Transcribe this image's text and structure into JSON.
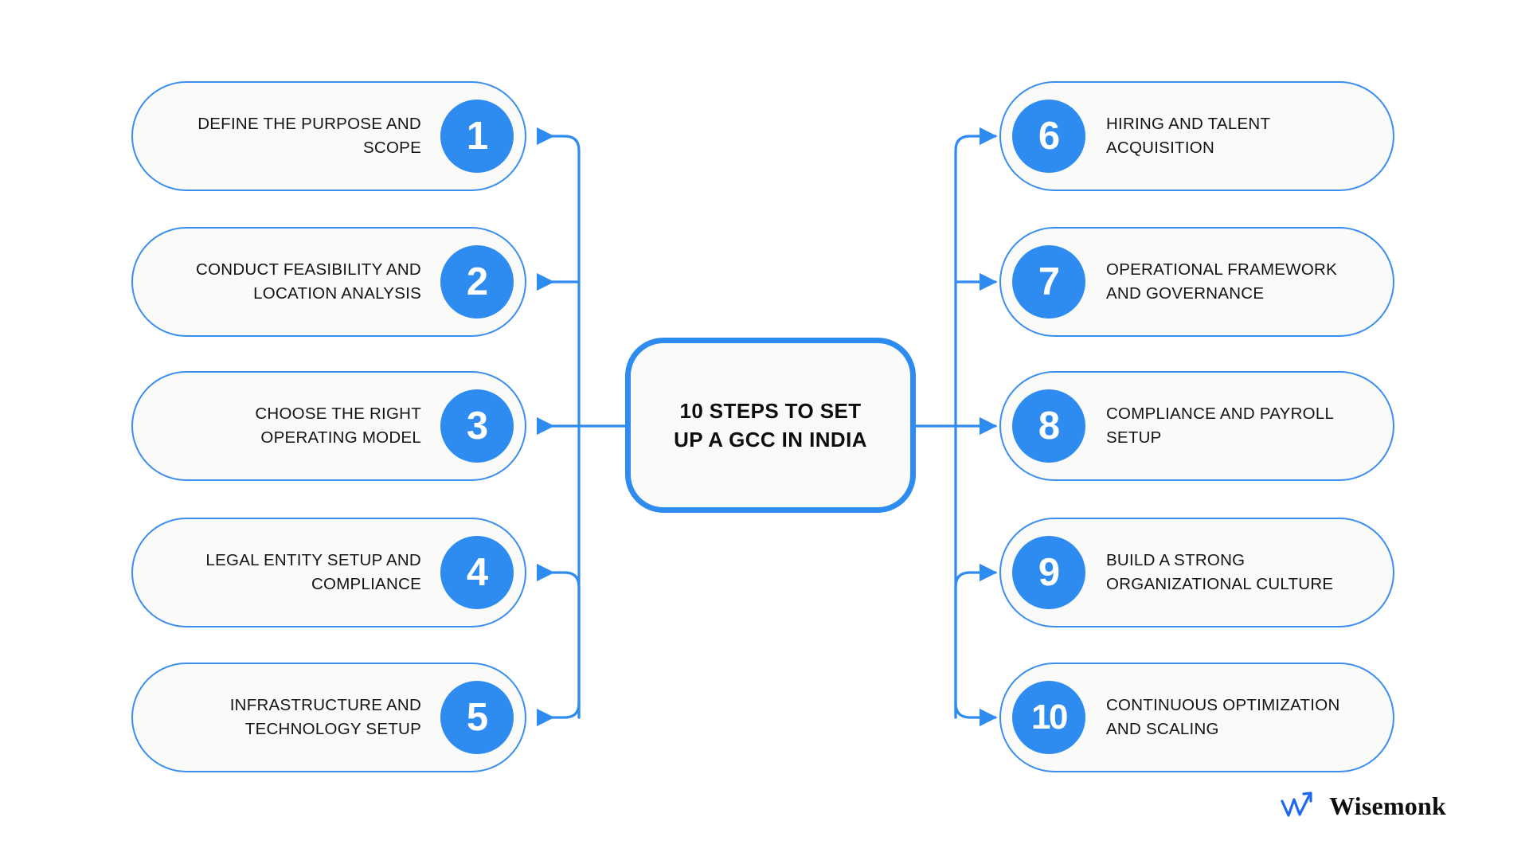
{
  "diagram": {
    "type": "hub-and-spoke-process",
    "hub": {
      "title": "10 STEPS TO SET UP A GCC IN INDIA",
      "line1": "10 STEPS TO SET",
      "line2": "UP A GCC IN INDIA"
    },
    "left_column": [
      {
        "number": "1",
        "label": "DEFINE THE PURPOSE AND SCOPE"
      },
      {
        "number": "2",
        "label": "CONDUCT FEASIBILITY AND LOCATION ANALYSIS"
      },
      {
        "number": "3",
        "label": "CHOOSE THE RIGHT OPERATING MODEL"
      },
      {
        "number": "4",
        "label": "LEGAL ENTITY SETUP AND COMPLIANCE"
      },
      {
        "number": "5",
        "label": "INFRASTRUCTURE AND TECHNOLOGY SETUP"
      }
    ],
    "right_column": [
      {
        "number": "6",
        "label": "HIRING AND TALENT ACQUISITION"
      },
      {
        "number": "7",
        "label": "OPERATIONAL FRAMEWORK AND GOVERNANCE"
      },
      {
        "number": "8",
        "label": "COMPLIANCE AND PAYROLL SETUP"
      },
      {
        "number": "9",
        "label": "BUILD A STRONG ORGANIZATIONAL CULTURE"
      },
      {
        "number": "10",
        "label": "CONTINUOUS OPTIMIZATION AND SCALING"
      }
    ]
  },
  "brand": {
    "name": "Wisemonk",
    "mark": "zigzag-arrow-icon"
  },
  "colors": {
    "accent": "#2e8bf0",
    "border": "#3b8ef0",
    "card_fill": "#fafaf8",
    "background": "#ffffff",
    "text": "#141414",
    "badge_text": "#ffffff"
  }
}
